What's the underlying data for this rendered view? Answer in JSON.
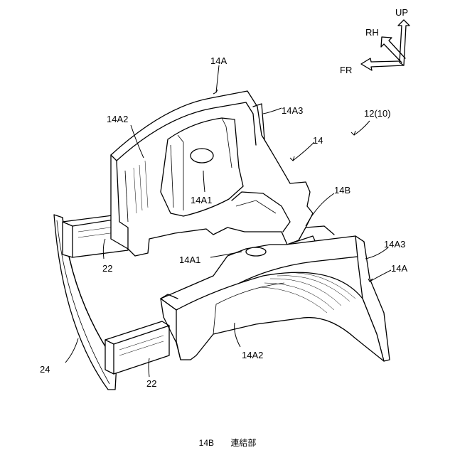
{
  "labels": {
    "ref_14A_top": "14A",
    "ref_14A2_top": "14A2",
    "ref_14A3_top": "14A3",
    "ref_12": "12(10)",
    "ref_14": "14",
    "ref_14A1_top": "14A1",
    "ref_14B": "14B",
    "ref_14A1_mid": "14A1",
    "ref_14A3_right": "14A3",
    "ref_14A_right": "14A",
    "ref_22_top": "22",
    "ref_24": "24",
    "ref_14A2_bottom": "14A2",
    "ref_22_bottom": "22"
  },
  "axes": {
    "up": "UP",
    "rh": "RH",
    "fr": "FR"
  },
  "caption": {
    "ref": "14B",
    "text": "連結部"
  }
}
